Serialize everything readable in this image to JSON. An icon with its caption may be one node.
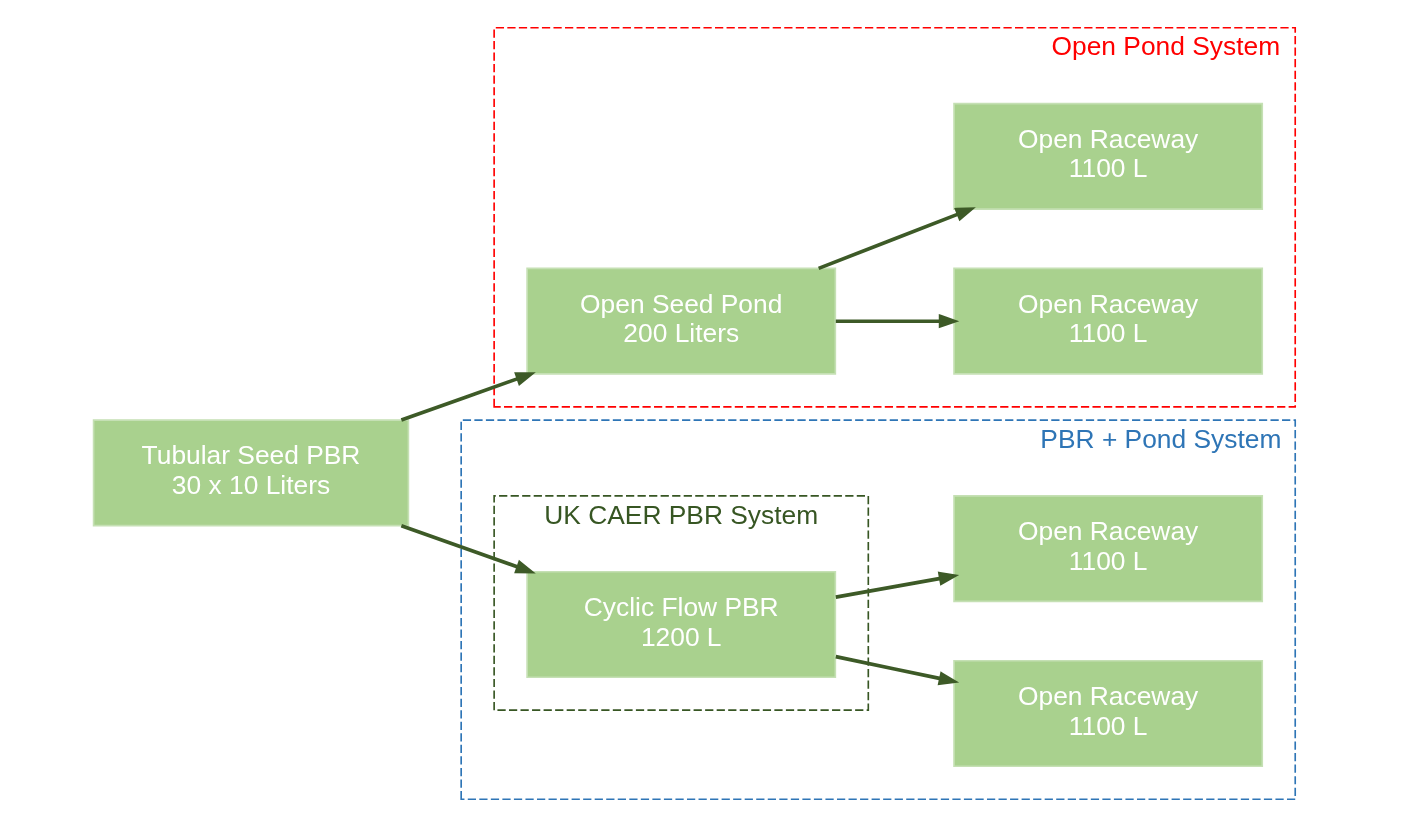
{
  "diagram": {
    "nodes": [
      {
        "text": [
          "Tubular Seed PBR",
          "30 x 10 Liters"
        ]
      },
      {
        "text": [
          "Open Pond System"
        ]
      },
      {
        "text": [
          "Open Seed Pond",
          "200 Liters"
        ],
        "in": 1
      },
      {
        "text": [
          "Open Raceway",
          "1100 L"
        ],
        "in": 1
      },
      {
        "text": [
          "Open Raceway",
          "1100 L"
        ],
        "in": 1
      },
      {
        "text": [
          "PBR + Pond System"
        ]
      },
      {
        "text": [
          "UK CAER PBR System"
        ],
        "in": 5
      },
      {
        "text": [
          "Cyclic Flow PBR",
          "1200 L"
        ],
        "in": 6
      },
      {
        "text": [
          "Open Raceway",
          "1100 L"
        ],
        "in": 5
      },
      {
        "text": [
          "Open Raceway",
          "1100 L"
        ],
        "in": 5
      }
    ],
    "edges": [
      {
        "from": 0,
        "to": 2,
        "arrow": "to"
      },
      {
        "from": 0,
        "to": 7,
        "arrow": "to"
      },
      {
        "from": 2,
        "to": 3,
        "arrow": "to"
      },
      {
        "from": 2,
        "to": 4,
        "arrow": "to"
      },
      {
        "from": 7,
        "to": 8,
        "arrow": "to"
      },
      {
        "from": 7,
        "to": 9,
        "arrow": "to"
      }
    ]
  }
}
